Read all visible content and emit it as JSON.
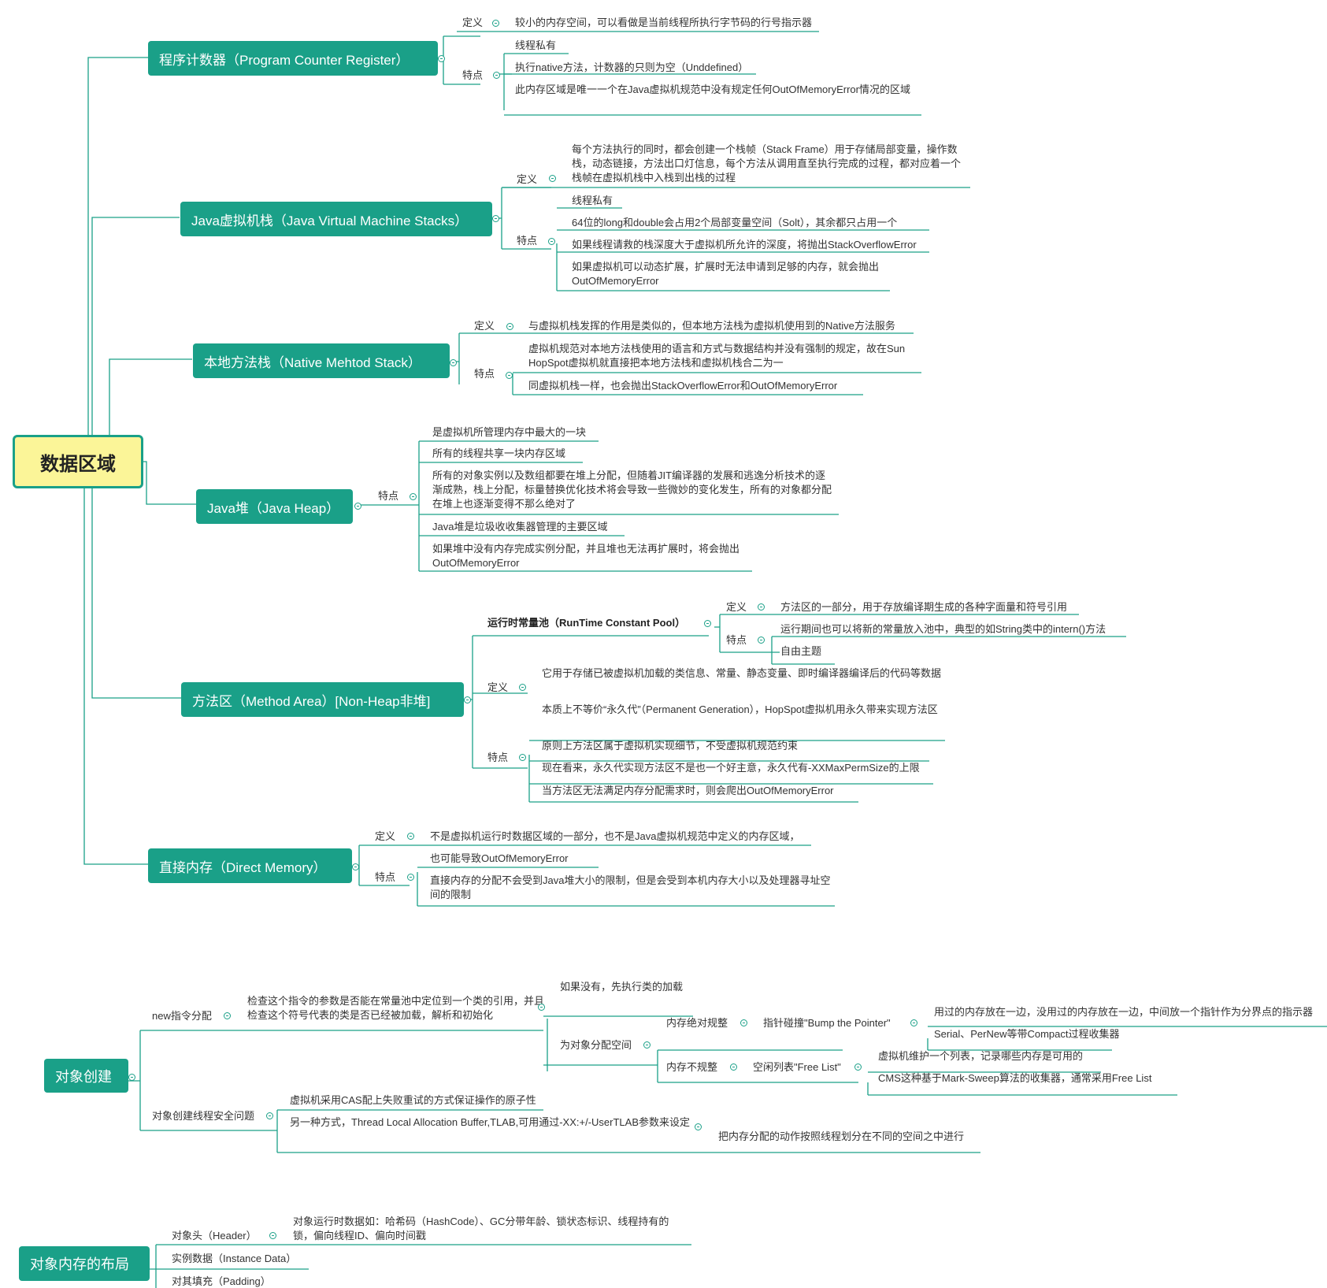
{
  "root": {
    "label": "数据区域"
  },
  "pc": {
    "label": "程序计数器（Program Counter Register）",
    "def_key": "定义",
    "def": "较小的内存空间，可以看做是当前线程所执行字节码的行号指示器",
    "feat_key": "特点",
    "feats": [
      "线程私有",
      "执行native方法，计数器的只则为空（Unddefined）",
      "此内存区域是唯一一个在Java虚拟机规范中没有规定任何OutOfMemoryError情况的区域"
    ]
  },
  "jvms": {
    "label": "Java虚拟机栈（Java Virtual Machine Stacks）",
    "def_key": "定义",
    "def": "每个方法执行的同时，都会创建一个栈帧（Stack Frame）用于存储局部变量，操作数栈，动态链接，方法出口灯信息，每个方法从调用直至执行完成的过程，都对应着一个栈帧在虚拟机栈中入栈到出栈的过程",
    "feat_key": "特点",
    "feats": [
      "线程私有",
      "64位的long和double会占用2个局部变量空间（Solt），其余都只占用一个",
      "如果线程请救的栈深度大于虚拟机所允许的深度，将抛出StackOverflowError",
      "如果虚拟机可以动态扩展，扩展时无法申请到足够的内存，就会抛出OutOfMemoryError"
    ]
  },
  "nms": {
    "label": "本地方法栈（Native Mehtod Stack）",
    "def_key": "定义",
    "def": "与虚拟机栈发挥的作用是类似的，但本地方法栈为虚拟机使用到的Native方法服务",
    "feat_key": "特点",
    "feats": [
      "虚拟机规范对本地方法栈使用的语言和方式与数据结构并没有强制的规定，故在Sun HopSpot虚拟机就直接把本地方法栈和虚拟机栈合二为一",
      "同虚拟机栈一样，也会抛出StackOverflowError和OutOfMemoryError"
    ]
  },
  "heap": {
    "label": "Java堆（Java Heap）",
    "feat_key": "特点",
    "feats": [
      "是虚拟机所管理内存中最大的一块",
      "所有的线程共享一块内存区域",
      "所有的对象实例以及数组都要在堆上分配，但随着JIT编译器的发展和逃逸分析技术的逐渐成熟，栈上分配，标量替换优化技术将会导致一些微妙的变化发生，所有的对象都分配在堆上也逐渐变得不那么绝对了",
      "Java堆是垃圾收收集器管理的主要区域",
      "如果堆中没有内存完成实例分配，并且堆也无法再扩展时，将会抛出OutOfMemoryError"
    ]
  },
  "ma": {
    "label": "方法区（Method Area）[Non-Heap非堆]",
    "rcp": {
      "label": "运行时常量池（RunTime Constant Pool）",
      "def_key": "定义",
      "def": "方法区的一部分，用于存放编译期生成的各种字面量和符号引用",
      "feat_key": "特点",
      "feats": [
        "运行期间也可以将新的常量放入池中，典型的如String类中的intern()方法",
        "自由主题"
      ]
    },
    "def_key": "定义",
    "def": "它用于存储已被虚拟机加载的类信息、常量、静态变量、即时编译器编译后的代码等数据",
    "feat_key": "特点",
    "feats": [
      "本质上不等价“永久代”（Permanent Generation），HopSpot虚拟机用永久带来实现方法区",
      "原则上方法区属于虚拟机实现细节，不受虚拟机规范约束",
      "现在看来，永久代实现方法区不是也一个好主意，永久代有-XXMaxPermSize的上限",
      "当方法区无法满足内存分配需求时，则会爬出OutOfMemoryError"
    ]
  },
  "dm": {
    "label": "直接内存（Direct Memory）",
    "def_key": "定义",
    "def": "不是虚拟机运行时数据区域的一部分，也不是Java虚拟机规范中定义的内存区域，",
    "feat_key": "特点",
    "feats": [
      "也可能导致OutOfMemoryError",
      "直接内存的分配不会受到Java堆大小的限制，但是会受到本机内存大小以及处理器寻址空间的限制"
    ]
  },
  "oc": {
    "label": "对象创建",
    "new": {
      "label": "new指令分配",
      "check": "检查这个指令的参数是否能在常量池中定位到一个类的引用，并且检查这个符号代表的类是否已经被加载，解析和初始化",
      "ifnot": "如果没有，先执行类的加载",
      "alloc": "为对象分配空间",
      "reg": "内存绝对规整",
      "bump": "指针碰撞\"Bump the Pointer\"",
      "bump_desc": "用过的内存放在一边，没用过的内存放在一边，中间放一个指针作为分界点的指示器",
      "bump_gc": "Serial、PerNew等带Compact过程收集器",
      "irreg": "内存不规整",
      "free": "空闲列表\"Free List\"",
      "free_desc": "虚拟机维护一个列表，记录哪些内存是可用的",
      "free_gc": "CMS这种基于Mark-Sweep算法的收集器，通常采用Free List"
    },
    "safe": {
      "label": "对象创建线程安全问题",
      "cas": "虚拟机采用CAS配上失败重试的方式保证操作的原子性",
      "tlab": "另一种方式，Thread Local Allocation Buffer,TLAB,可用通过-XX:+/-UserTLAB参数来设定",
      "tlab_desc": "把内存分配的动作按照线程划分在不同的空间之中进行"
    }
  },
  "ol": {
    "label": "对象内存的布局",
    "header": "对象头（Header）",
    "header_desc": "对象运行时数据如：哈希码（HashCode）、GC分带年龄、锁状态标识、线程持有的锁，偏向线程ID、偏向时间戳",
    "instance": "实例数据（Instance Data）",
    "padding": "对其填充（Padding）"
  },
  "colors": {
    "accent": "#1aa088",
    "root_fill": "#fbf598"
  }
}
